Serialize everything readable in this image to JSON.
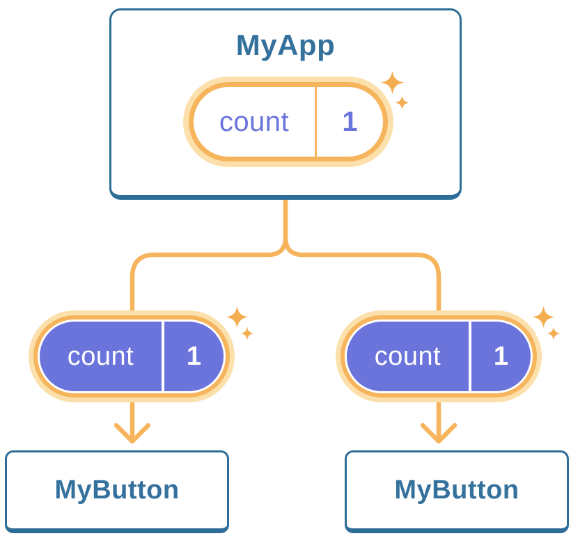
{
  "colors": {
    "blue_border": "#2E6D97",
    "blue_text": "#35719D",
    "orange_line": "#F6B45C",
    "orange_halo": "#FBE0AC",
    "purple": "#6B74DB",
    "white": "#FFFFFF"
  },
  "root_card": {
    "title": "MyApp",
    "state_pill": {
      "name": "count",
      "value": "1"
    }
  },
  "children": [
    {
      "title": "MyButton",
      "prop_pill": {
        "name": "count",
        "value": "1"
      }
    },
    {
      "title": "MyButton",
      "prop_pill": {
        "name": "count",
        "value": "1"
      }
    }
  ],
  "icons": {
    "sparkle": "sparkle-icon",
    "arrow": "arrow-down-icon"
  }
}
